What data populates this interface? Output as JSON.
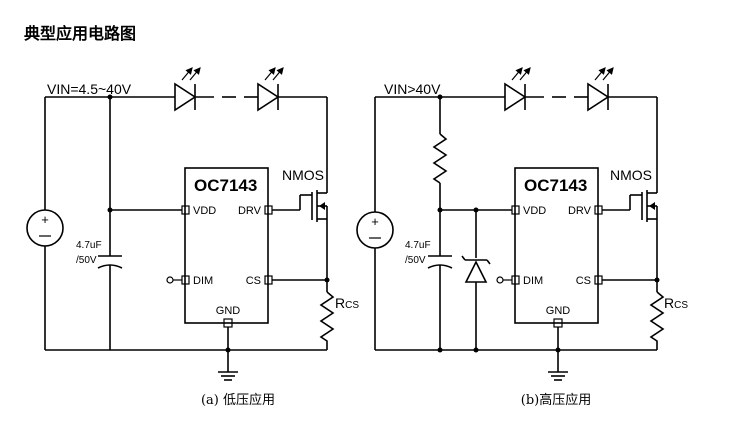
{
  "title": "典型应用电路图",
  "circuit_a": {
    "vin_label": "VIN=4.5~40V",
    "chip_name": "OC7143",
    "pin_vdd": "VDD",
    "pin_drv": "DRV",
    "pin_dim": "DIM",
    "pin_cs": "CS",
    "pin_gnd": "GND",
    "mosfet_label": "NMOS",
    "cap_value": "4.7uF",
    "cap_voltage": "/50V",
    "resistor_label": "R",
    "resistor_sub": "CS",
    "caption": "(a)  低压应用"
  },
  "circuit_b": {
    "vin_label": "VIN>40V",
    "chip_name": "OC7143",
    "pin_vdd": "VDD",
    "pin_drv": "DRV",
    "pin_dim": "DIM",
    "pin_cs": "CS",
    "pin_gnd": "GND",
    "mosfet_label": "NMOS",
    "cap_value": "4.7uF",
    "cap_voltage": "/50V",
    "resistor_label": "R",
    "resistor_sub": "CS",
    "caption": "(b)高压应用"
  }
}
